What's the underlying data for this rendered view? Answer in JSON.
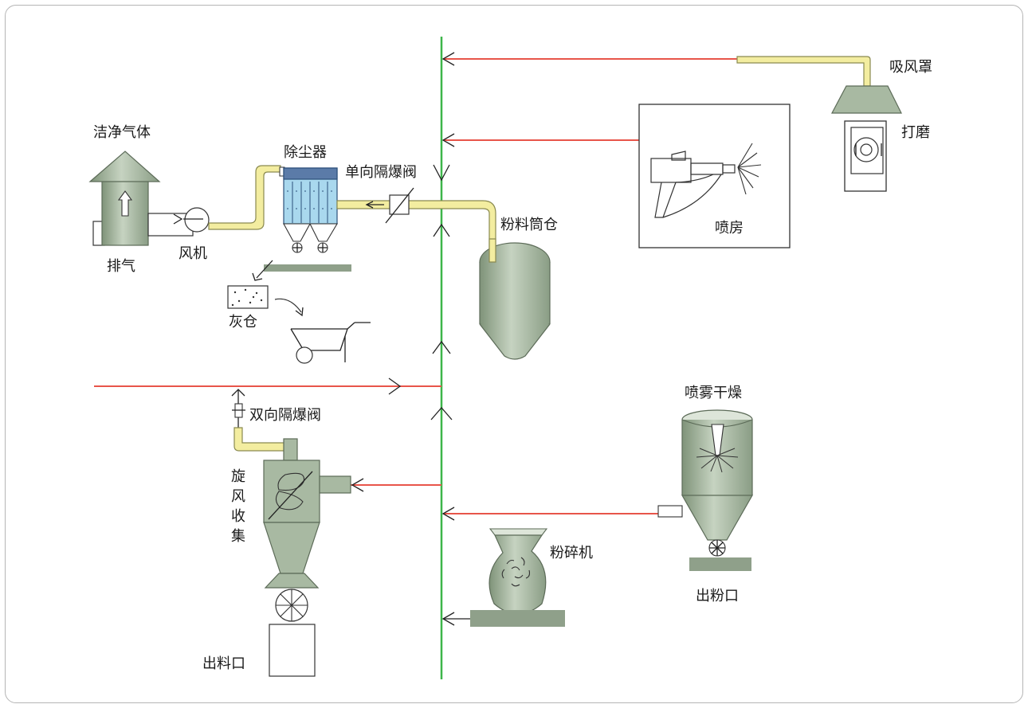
{
  "labels": {
    "xifengzhao": "吸风罩",
    "damo": "打磨",
    "penfang": "喷房",
    "jiejing": "洁净气体",
    "chuchenqi": "除尘器",
    "danxiang": "单向隔爆阀",
    "fenliao": "粉料筒仓",
    "fengji": "风机",
    "paiqi": "排气",
    "huicang": "灰仓",
    "shuangxiang": "双向隔爆阀",
    "xuan": "旋",
    "feng": "风",
    "shou": "收",
    "ji": "集",
    "penwu": "喷雾干燥",
    "fensuiji": "粉碎机",
    "chufenkou": "出粉口",
    "chuliaokou": "出料口"
  },
  "colors": {
    "flow_line": "#e8554a",
    "main_duct": "#3db54a",
    "pipe_fill": "#f3eda0",
    "equipment": "#a8b9a2",
    "filter_blue": "#a9d8ee"
  }
}
